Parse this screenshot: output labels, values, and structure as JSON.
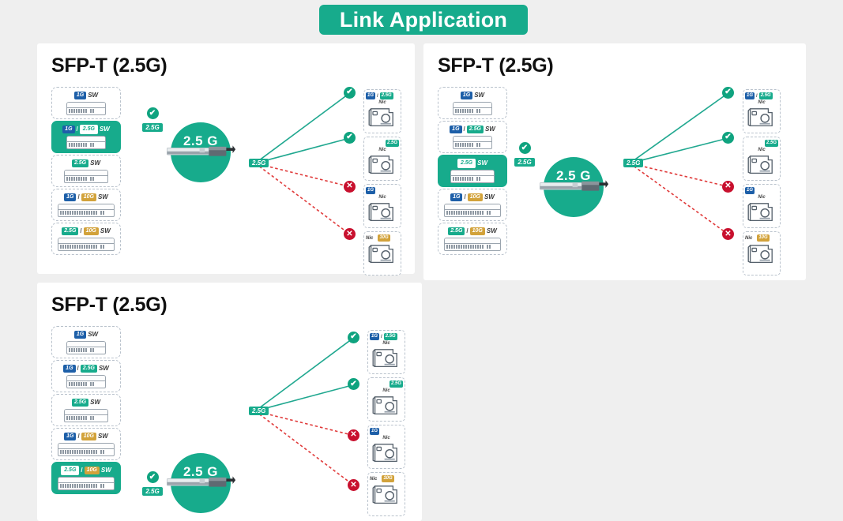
{
  "header": {
    "title": "Link Application",
    "banner_color": "#17ab8c"
  },
  "colors": {
    "teal": "#17ab8c",
    "blue_1g": "#1d5fa8",
    "gold_10g": "#d2a23a",
    "red": "#c8102e",
    "background": "#efefef",
    "panel": "#ffffff"
  },
  "icons": {
    "check": "✔",
    "cross": "✕",
    "slash": "/"
  },
  "labels": {
    "sw": "SW",
    "nic": "Nic",
    "speed_25g": "2.5 G",
    "badge_25g": "2.5G",
    "badge_1g": "1G",
    "badge_10g": "10G",
    "hub_25g": "2.5G"
  },
  "panels": [
    {
      "id": "panel-0",
      "title": "SFP-T (2.5G)",
      "highlight_index": 1,
      "module_label": "2.5 G",
      "link_badge": "2.5G",
      "hub_badge": "2.5G",
      "switches": [
        {
          "badges": [
            {
              "text": "1G",
              "kind": "b1g"
            }
          ],
          "suffix": "SW",
          "size": "small"
        },
        {
          "badges": [
            {
              "text": "1G",
              "kind": "b1g"
            },
            {
              "text": "2.5G",
              "kind": "b25g"
            }
          ],
          "suffix": "SW",
          "size": "small"
        },
        {
          "badges": [
            {
              "text": "2.5G",
              "kind": "b25g"
            }
          ],
          "suffix": "SW",
          "size": "mid"
        },
        {
          "badges": [
            {
              "text": "1G",
              "kind": "b1g"
            },
            {
              "text": "10G",
              "kind": "b10g"
            }
          ],
          "suffix": "SW",
          "size": "big"
        },
        {
          "badges": [
            {
              "text": "2.5G",
              "kind": "b25g"
            },
            {
              "text": "10G",
              "kind": "b10g"
            }
          ],
          "suffix": "SW",
          "size": "big"
        }
      ],
      "nics": [
        {
          "badges": [
            {
              "text": "1G",
              "kind": "b1g"
            },
            {
              "text": "2.5G",
              "kind": "b25g"
            }
          ],
          "word": "Nic",
          "word_pos": "below",
          "status": "ok"
        },
        {
          "badges": [
            {
              "text": "2.5G",
              "kind": "b25g"
            }
          ],
          "word": "Nic",
          "word_pos": "below",
          "align": "right",
          "status": "ok"
        },
        {
          "badges": [
            {
              "text": "1G",
              "kind": "b1g"
            }
          ],
          "word": "Nic",
          "word_pos": "below",
          "align": "left",
          "status": "no"
        },
        {
          "badges": [
            {
              "text": "10G",
              "kind": "b10g"
            }
          ],
          "word": "Nic",
          "word_pos": "inline-left",
          "status": "no"
        }
      ]
    },
    {
      "id": "panel-1",
      "title": "SFP-T (2.5G)",
      "highlight_index": 2,
      "module_label": "2.5 G",
      "link_badge": "2.5G",
      "hub_badge": "2.5G",
      "switches": [
        {
          "badges": [
            {
              "text": "1G",
              "kind": "b1g"
            }
          ],
          "suffix": "SW",
          "size": "small"
        },
        {
          "badges": [
            {
              "text": "1G",
              "kind": "b1g"
            },
            {
              "text": "2.5G",
              "kind": "b25g"
            }
          ],
          "suffix": "SW",
          "size": "small"
        },
        {
          "badges": [
            {
              "text": "2.5G",
              "kind": "b25g"
            }
          ],
          "suffix": "SW",
          "size": "mid"
        },
        {
          "badges": [
            {
              "text": "1G",
              "kind": "b1g"
            },
            {
              "text": "10G",
              "kind": "b10g"
            }
          ],
          "suffix": "SW",
          "size": "big"
        },
        {
          "badges": [
            {
              "text": "2.5G",
              "kind": "b25g"
            },
            {
              "text": "10G",
              "kind": "b10g"
            }
          ],
          "suffix": "SW",
          "size": "big"
        }
      ],
      "nics": [
        {
          "badges": [
            {
              "text": "1G",
              "kind": "b1g"
            },
            {
              "text": "2.5G",
              "kind": "b25g"
            }
          ],
          "word": "Nic",
          "word_pos": "below",
          "status": "ok"
        },
        {
          "badges": [
            {
              "text": "2.5G",
              "kind": "b25g"
            }
          ],
          "word": "Nic",
          "word_pos": "below",
          "align": "right",
          "status": "ok"
        },
        {
          "badges": [
            {
              "text": "1G",
              "kind": "b1g"
            }
          ],
          "word": "Nic",
          "word_pos": "below",
          "align": "left",
          "status": "no"
        },
        {
          "badges": [
            {
              "text": "10G",
              "kind": "b10g"
            }
          ],
          "word": "Nic",
          "word_pos": "inline-left",
          "status": "no"
        }
      ]
    },
    {
      "id": "panel-2",
      "title": "SFP-T (2.5G)",
      "highlight_index": 4,
      "module_label": "2.5 G",
      "link_badge": "2.5G",
      "hub_badge": "2.5G",
      "switches": [
        {
          "badges": [
            {
              "text": "1G",
              "kind": "b1g"
            }
          ],
          "suffix": "SW",
          "size": "small"
        },
        {
          "badges": [
            {
              "text": "1G",
              "kind": "b1g"
            },
            {
              "text": "2.5G",
              "kind": "b25g"
            }
          ],
          "suffix": "SW",
          "size": "small"
        },
        {
          "badges": [
            {
              "text": "2.5G",
              "kind": "b25g"
            }
          ],
          "suffix": "SW",
          "size": "mid"
        },
        {
          "badges": [
            {
              "text": "1G",
              "kind": "b1g"
            },
            {
              "text": "10G",
              "kind": "b10g"
            }
          ],
          "suffix": "SW",
          "size": "big"
        },
        {
          "badges": [
            {
              "text": "2.5G",
              "kind": "b25g"
            },
            {
              "text": "10G",
              "kind": "b10g"
            }
          ],
          "suffix": "SW",
          "size": "big"
        }
      ],
      "nics": [
        {
          "badges": [
            {
              "text": "1G",
              "kind": "b1g"
            },
            {
              "text": "2.5G",
              "kind": "b25g"
            }
          ],
          "word": "Nic",
          "word_pos": "below",
          "status": "ok"
        },
        {
          "badges": [
            {
              "text": "2.5G",
              "kind": "b25g"
            }
          ],
          "word": "Nic",
          "word_pos": "below",
          "align": "right",
          "status": "ok"
        },
        {
          "badges": [
            {
              "text": "1G",
              "kind": "b1g"
            }
          ],
          "word": "Nic",
          "word_pos": "below",
          "align": "left",
          "status": "no"
        },
        {
          "badges": [
            {
              "text": "10G",
              "kind": "b10g"
            }
          ],
          "word": "Nic",
          "word_pos": "inline-left",
          "status": "no"
        }
      ]
    }
  ]
}
